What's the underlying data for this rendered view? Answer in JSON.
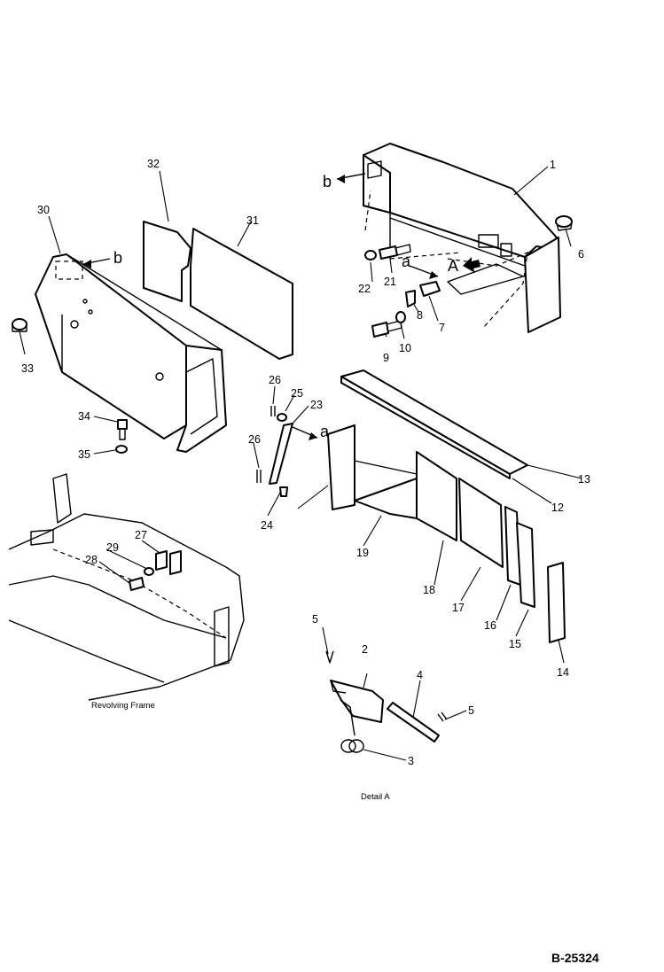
{
  "callouts": {
    "c1": "1",
    "c2": "2",
    "c3": "3",
    "c4": "4",
    "c5a": "5",
    "c5b": "5",
    "c6": "6",
    "c7": "7",
    "c8": "8",
    "c9": "9",
    "c10": "10",
    "c12": "12",
    "c13": "13",
    "c14": "14",
    "c15": "15",
    "c16": "16",
    "c17": "17",
    "c18": "18",
    "c19": "19",
    "c21": "21",
    "c22": "22",
    "c23": "23",
    "c24": "24",
    "c25": "25",
    "c26a": "26",
    "c26b": "26",
    "c27": "27",
    "c28": "28",
    "c29": "29",
    "c30": "30",
    "c31": "31",
    "c32": "32",
    "c33": "33",
    "c34": "34",
    "c35": "35"
  },
  "references": {
    "b_upper": "b",
    "b_left": "b",
    "a_upper": "a",
    "a_lower": "a",
    "detail_arrow": "A"
  },
  "captions": {
    "revolving_frame": "Revolving Frame",
    "detail_a": "Detail A"
  },
  "drawing_code": "B-25324"
}
